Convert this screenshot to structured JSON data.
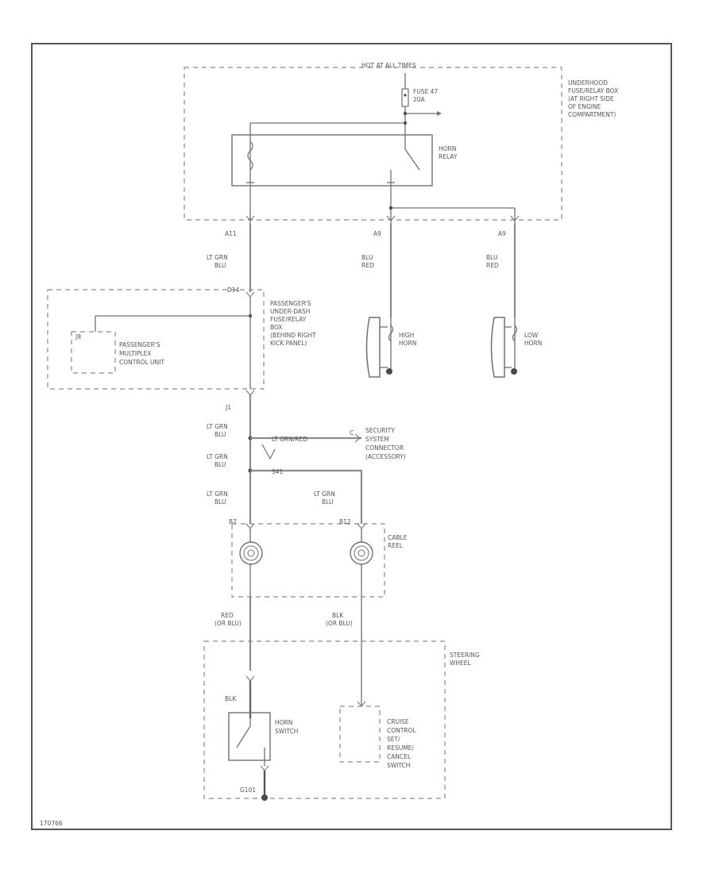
{
  "colors": {
    "lt_grn_blu": "#3fcf8a",
    "blu_red": "#b57ad6",
    "red_or_blu": "#f07070",
    "lt_grn_red": "#7ad6c8",
    "gray_wire": "#8a8a8a"
  },
  "labels": {
    "hot_at_all_times": "HOT AT ALL TIMES",
    "fuse_line1": "FUSE 47",
    "fuse_line2": "20A",
    "underhood_box": [
      "UNDERHOOD",
      "FUSE/RELAY BOX",
      "(AT RIGHT SIDE",
      "OF ENGINE",
      "COMPARTMENT)"
    ],
    "horn_relay": [
      "HORN",
      "RELAY"
    ],
    "conn_a11": "A11",
    "conn_a9_left": "A9",
    "conn_a9_right": "A9",
    "wire_lt_grn_blu_top": [
      "LT GRN",
      "BLU"
    ],
    "wire_blu_red_high": [
      "BLU",
      "RED"
    ],
    "wire_blu_red_low": [
      "BLU",
      "RED"
    ],
    "conn_d14": "D14",
    "passenger_box": [
      "PASSENGER'S",
      "UNDER-DASH",
      "FUSE/RELAY",
      "BOX",
      "(BEHIND RIGHT",
      "KICK PANEL)"
    ],
    "conn_j8": "J8",
    "multiplex_unit": [
      "PASSENGER'S",
      "MULTIPLEX",
      "CONTROL UNIT"
    ],
    "high_horn": [
      "HIGH",
      "HORN"
    ],
    "low_horn": [
      "LOW",
      "HORN"
    ],
    "conn_j1": "J1",
    "wire_lt_grn_blu_1": [
      "LT GRN",
      "BLU"
    ],
    "wire_lt_grn_red_label": "LT GRN/RED",
    "conn_c": "C",
    "security_connector": [
      "SECURITY",
      "SYSTEM",
      "CONNECTOR",
      "(ACCESSORY)"
    ],
    "wire_lt_grn_blu_2": [
      "LT GRN",
      "BLU"
    ],
    "splice_s41": "S41",
    "wire_lt_grn_blu_3": [
      "LT GRN",
      "BLU"
    ],
    "wire_lt_grn_blu_4": [
      "LT GRN",
      "BLU"
    ],
    "conn_b7": "B7",
    "conn_b12": "B12",
    "cable_reel": [
      "CABLE",
      "REEL"
    ],
    "wire_red_or_blu": [
      "RED",
      "(OR BLU)"
    ],
    "wire_blk_or_blu": [
      "BLK",
      "(OR BLU)"
    ],
    "steering_wheel": [
      "STEERING",
      "WHEEL"
    ],
    "wire_blk": "BLK",
    "horn_switch": [
      "HORN",
      "SWITCH"
    ],
    "cruise_switch": [
      "CRUISE",
      "CONTROL",
      "SET/",
      "RESUME/",
      "CANCEL",
      "SWITCH"
    ],
    "ground_g101": "G101",
    "figure_id": "170766"
  }
}
